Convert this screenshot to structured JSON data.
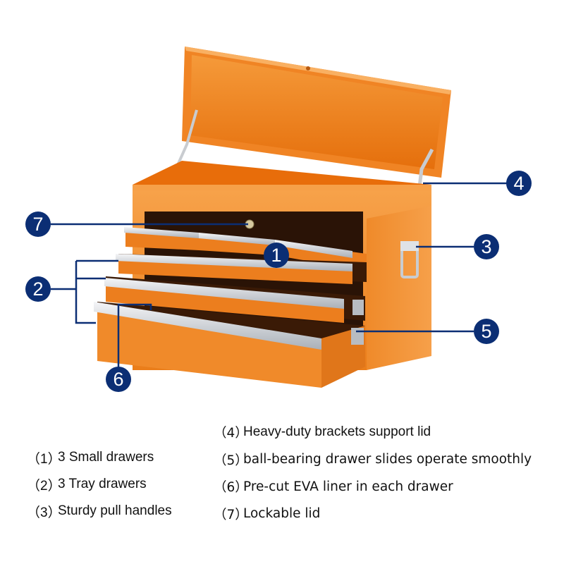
{
  "product": {
    "name": "toolbox chest",
    "body_color": "#f28a1e",
    "interior_color": "#e36a08",
    "shadow_color": "#3a1a06",
    "rail_color": "#d9dde2",
    "callout_color": "#0b2e74"
  },
  "callouts": [
    {
      "id": "1",
      "label": "1"
    },
    {
      "id": "2",
      "label": "2"
    },
    {
      "id": "3",
      "label": "3"
    },
    {
      "id": "4",
      "label": "4"
    },
    {
      "id": "5",
      "label": "5"
    },
    {
      "id": "6",
      "label": "6"
    },
    {
      "id": "7",
      "label": "7"
    }
  ],
  "legend": {
    "left": [
      {
        "num": "（1）",
        "text": "3 Small drawers"
      },
      {
        "num": "（2）",
        "text": "3 Tray drawers"
      },
      {
        "num": "（3）",
        "text": "Sturdy pull handles"
      }
    ],
    "right": [
      {
        "num": "（4）",
        "text": "Heavy-duty brackets support lid"
      },
      {
        "num": "（5）",
        "text": "ball-bearing drawer slides operate smoothly"
      },
      {
        "num": "（6）",
        "text": "Pre-cut EVA liner in each drawer"
      },
      {
        "num": "（7）",
        "text": "Lockable lid"
      }
    ]
  }
}
